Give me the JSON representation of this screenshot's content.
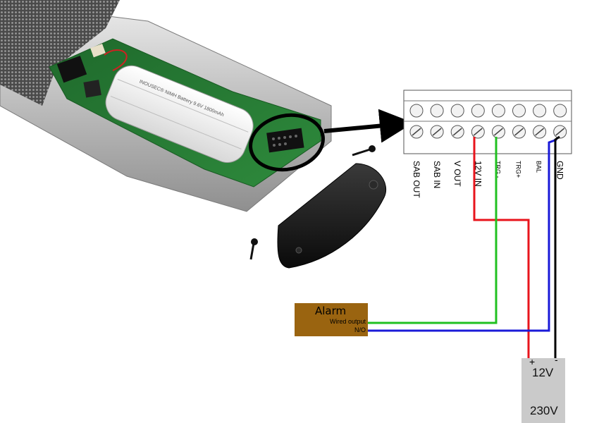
{
  "terminal_block": {
    "labels": [
      "SAB OUT",
      "SAB IN",
      "V OUT",
      "12V IN",
      "TRG -",
      "TRG+",
      "BAL",
      "GND"
    ]
  },
  "alarm": {
    "title": "Alarm",
    "wired_output": "Wired output",
    "contact": "N/O"
  },
  "power_supply": {
    "plus": "+",
    "minus": "-",
    "output": "12V",
    "input": "230V"
  },
  "wire_colors": {
    "power_positive": "#e8141c",
    "trigger": "#20c020",
    "alarm_return": "#1a1ad8",
    "ground": "#000000"
  },
  "device_battery_label": "INOUSEC® NiMH Battery 9.6V 1800mAh"
}
